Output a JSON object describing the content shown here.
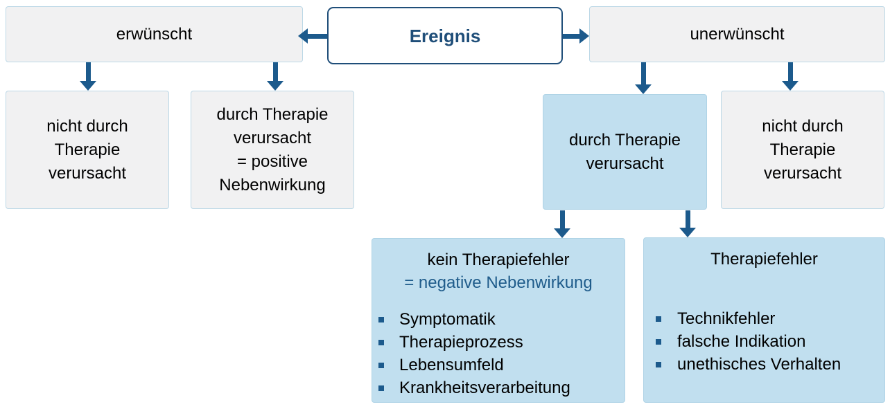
{
  "colors": {
    "accent": "#1C5A8C",
    "ereignis-blue": "#1F4E79",
    "gray-fill": "#F1F1F2",
    "gray-border": "#BCD8E6",
    "blue-fill": "#C1DFEF",
    "blue-border": "#AFD3E6",
    "text": "#000000",
    "highlight-text": "#1F5C8B"
  },
  "nodes": {
    "ereignis": "Ereignis",
    "erwuenscht": "erwünscht",
    "unerwuenscht": "unerwünscht",
    "nicht_durch_therapie_links": "nicht durch\nTherapie\nverursacht",
    "durch_therapie_positiv": "durch Therapie\nverursacht\n= positive\nNebenwirkung",
    "durch_therapie": "durch Therapie\nverursacht",
    "nicht_durch_therapie_rechts": "nicht durch\nTherapie\nverursacht",
    "kein_therapiefehler": {
      "title_line1": "kein Therapiefehler",
      "title_line2": "= negative Nebenwirkung",
      "bullets": [
        "Symptomatik",
        "Therapieprozess",
        "Lebensumfeld",
        "Krankheitsverarbeitung"
      ]
    },
    "therapiefehler": {
      "title": "Therapiefehler",
      "bullets": [
        "Technikfehler",
        "falsche Indikation",
        "unethisches Verhalten"
      ]
    }
  }
}
